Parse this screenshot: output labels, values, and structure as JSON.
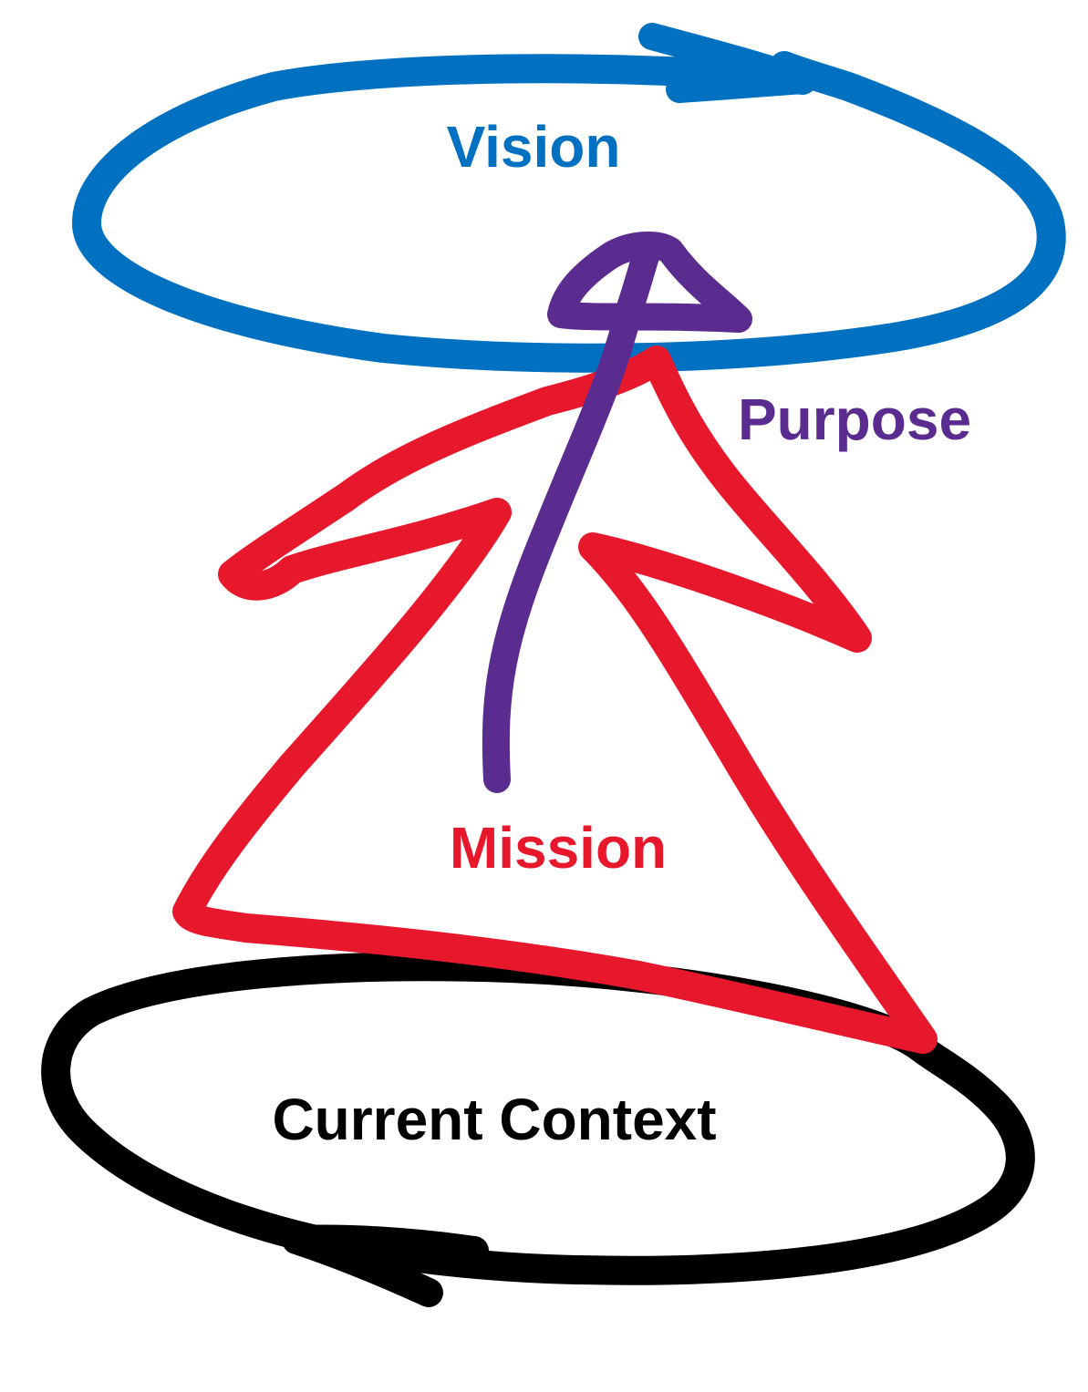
{
  "labels": {
    "vision": "Vision",
    "purpose": "Purpose",
    "mission": "Mission",
    "current_context": "Current Context"
  },
  "colors": {
    "vision": "#0070C0",
    "purpose": "#5B2C8F",
    "mission": "#E8182C",
    "current_context": "#000000",
    "background": "#FFFFFF"
  }
}
